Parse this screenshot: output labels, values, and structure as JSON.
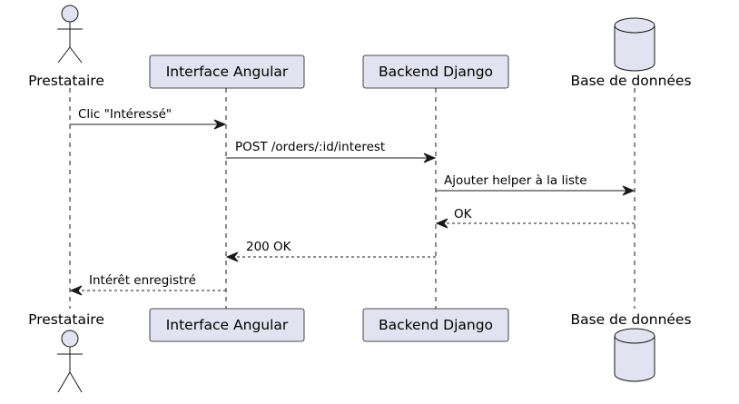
{
  "diagram": {
    "type": "sequence",
    "participants": [
      {
        "label": "Prestataire",
        "kind": "actor"
      },
      {
        "label": "Interface Angular",
        "kind": "participant"
      },
      {
        "label": "Backend Django",
        "kind": "participant"
      },
      {
        "label": "Base de données",
        "kind": "database"
      }
    ],
    "messages": [
      {
        "from": 0,
        "to": 1,
        "label": "Clic \"Intéressé\"",
        "style": "solid"
      },
      {
        "from": 1,
        "to": 2,
        "label": "POST /orders/:id/interest",
        "style": "solid"
      },
      {
        "from": 2,
        "to": 3,
        "label": "Ajouter helper à la liste",
        "style": "solid"
      },
      {
        "from": 3,
        "to": 2,
        "label": "OK",
        "style": "dashed"
      },
      {
        "from": 2,
        "to": 1,
        "label": "200 OK",
        "style": "dashed"
      },
      {
        "from": 1,
        "to": 0,
        "label": "Intérêt enregistré",
        "style": "dashed"
      }
    ],
    "colors": {
      "participant_fill": "#E2E2F0",
      "line": "#181818"
    }
  }
}
